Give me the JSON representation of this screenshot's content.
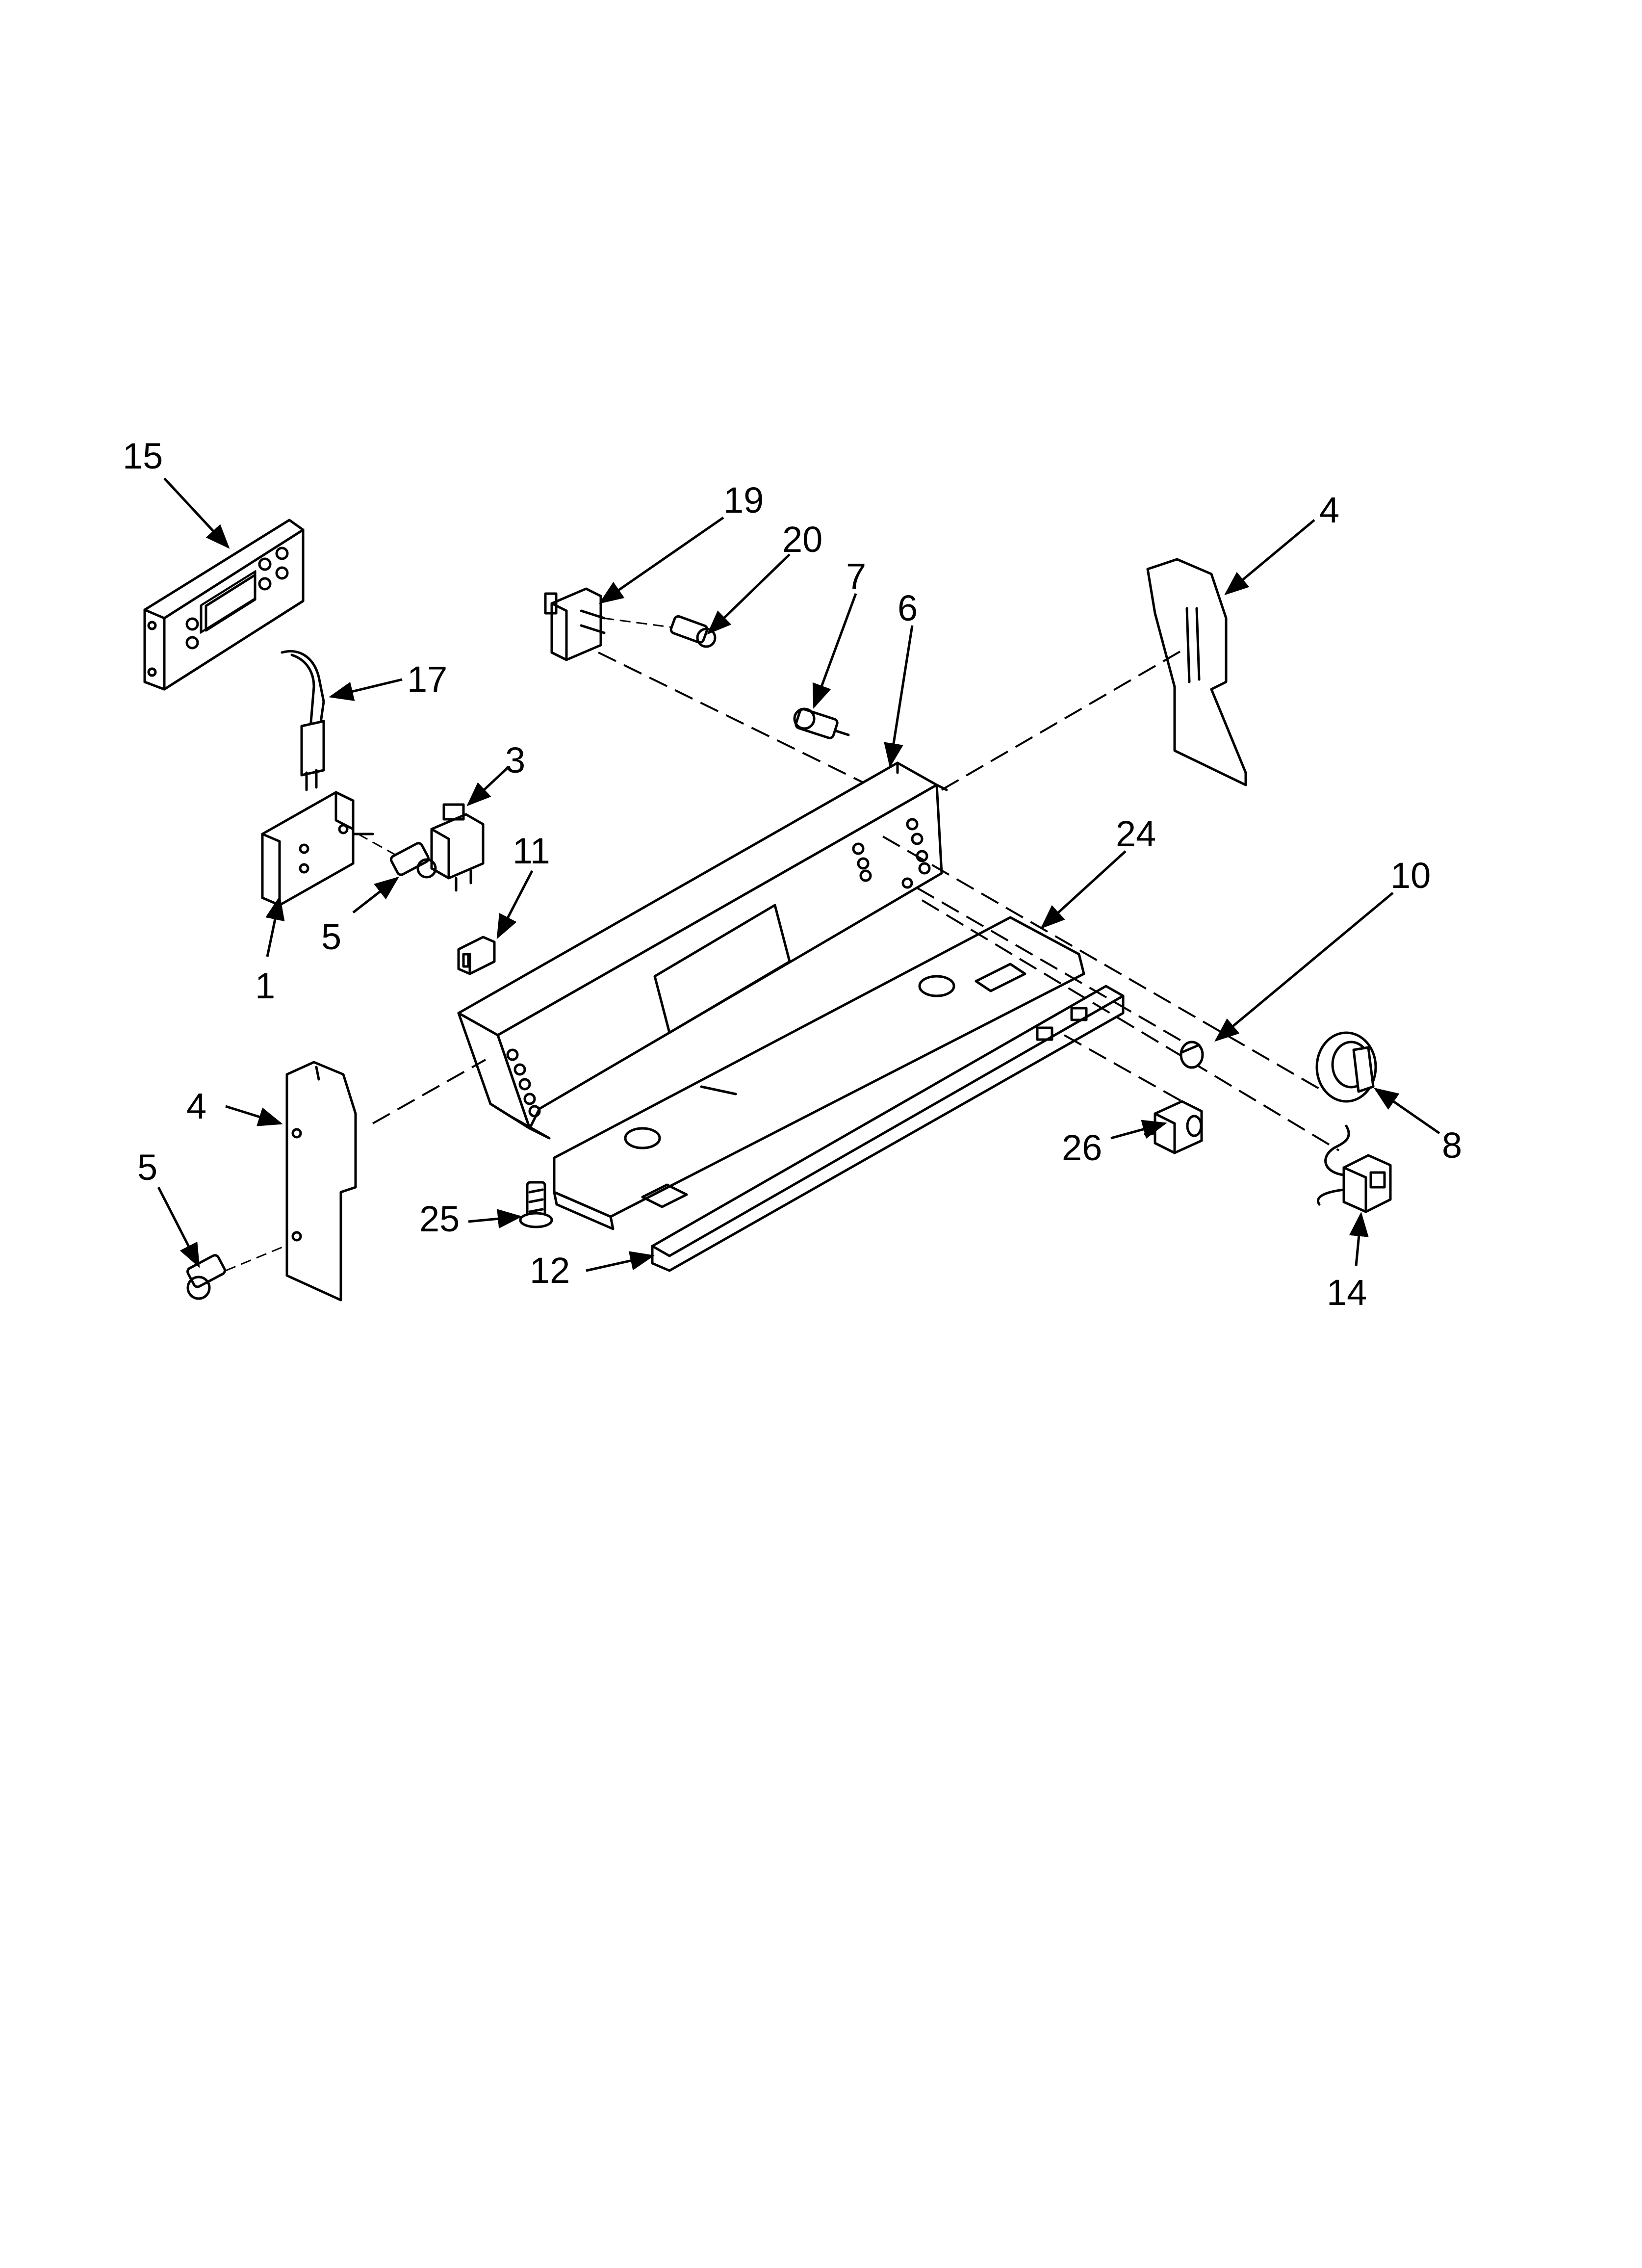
{
  "diagram": {
    "callouts": [
      {
        "id": "c15",
        "text": "15"
      },
      {
        "id": "c19",
        "text": "19"
      },
      {
        "id": "c20",
        "text": "20"
      },
      {
        "id": "c7",
        "text": "7"
      },
      {
        "id": "c6",
        "text": "6"
      },
      {
        "id": "c4top",
        "text": "4"
      },
      {
        "id": "c17",
        "text": "17"
      },
      {
        "id": "c3",
        "text": "3"
      },
      {
        "id": "c11",
        "text": "11"
      },
      {
        "id": "c5mid",
        "text": "5"
      },
      {
        "id": "c1",
        "text": "1"
      },
      {
        "id": "c24",
        "text": "24"
      },
      {
        "id": "c10",
        "text": "10"
      },
      {
        "id": "c4bot",
        "text": "4"
      },
      {
        "id": "c5bot",
        "text": "5"
      },
      {
        "id": "c8",
        "text": "8"
      },
      {
        "id": "c26",
        "text": "26"
      },
      {
        "id": "c25",
        "text": "25"
      },
      {
        "id": "c12",
        "text": "12"
      },
      {
        "id": "c14",
        "text": "14"
      }
    ]
  }
}
